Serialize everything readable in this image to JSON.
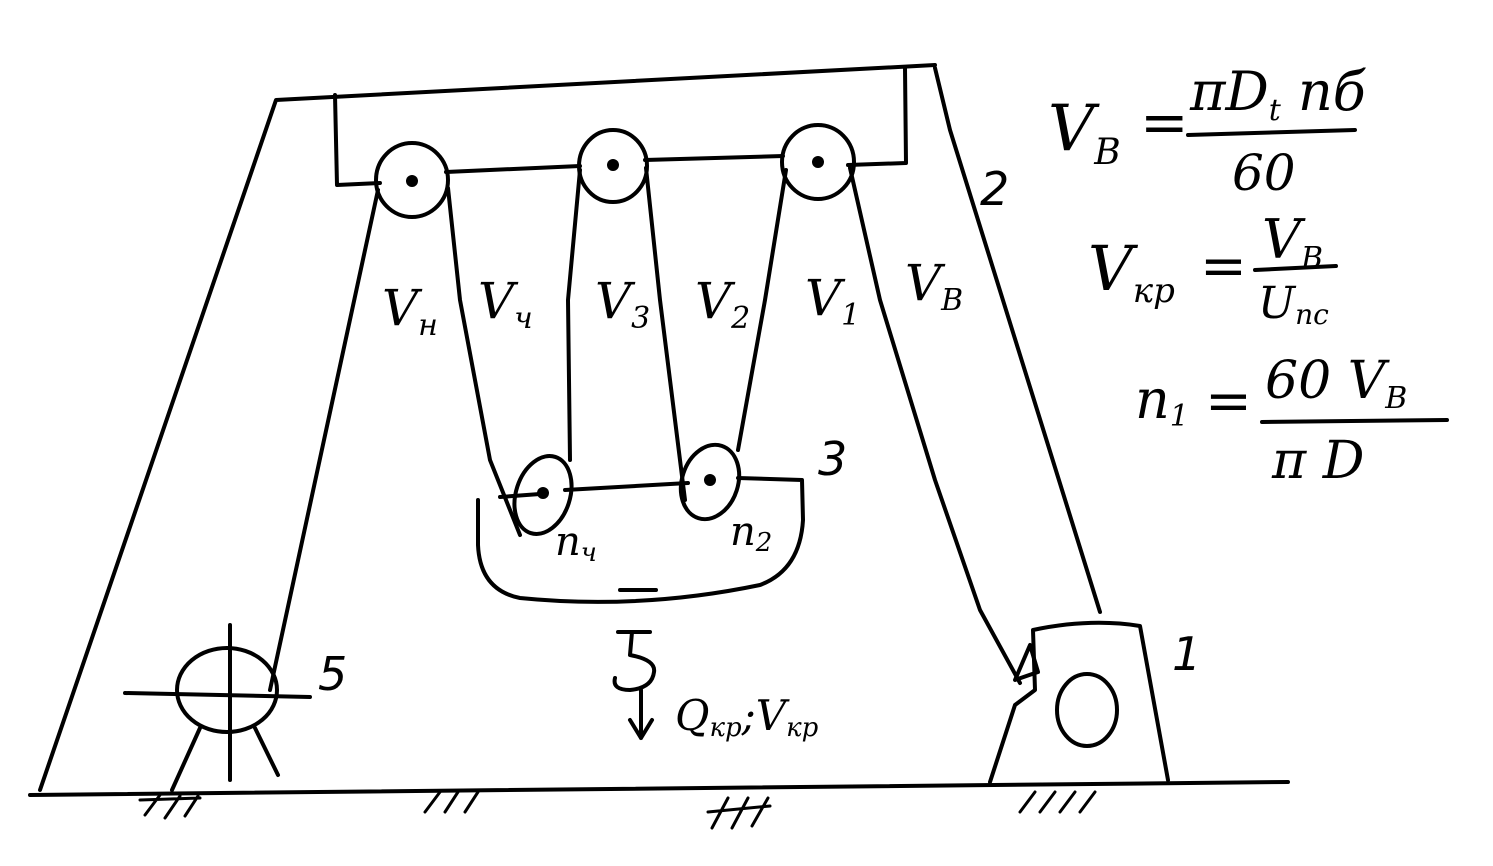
{
  "diagram": {
    "rope_labels": {
      "v_h": "V",
      "v_h_sub": "н",
      "v_4": "V",
      "v_4_sub": "ч",
      "v_3": "V",
      "v_3_sub": "3",
      "v_2": "V",
      "v_2_sub": "2",
      "v_1": "V",
      "v_1_sub": "1",
      "v_b": "V",
      "v_b_sub": "B"
    },
    "pulley_labels": {
      "n4": "n",
      "n4_sub": "ч",
      "n2": "n",
      "n2_sub": "2"
    },
    "part_numbers": {
      "p1": "1",
      "p2": "2",
      "p3": "3",
      "p5": "5"
    },
    "load_label": {
      "q": "Q",
      "q_sub": "кр",
      "sep": ";",
      "v": "V",
      "v_sub": "кр"
    }
  },
  "equations": {
    "eq1": {
      "lhs": "V",
      "lhs_sub": "B",
      "equals": "=",
      "numerator": "πD",
      "numerator_sub": "t",
      "numerator_rest": " nб",
      "denominator": "60"
    },
    "eq2": {
      "lhs": "V",
      "lhs_sub": "кр",
      "equals": "=",
      "numerator": "V",
      "numerator_sub": "B",
      "denominator": "U",
      "denominator_sub": "пс"
    },
    "eq3": {
      "lhs": "n",
      "lhs_sub": "1",
      "equals": "=",
      "numerator": "60 V",
      "numerator_sub": "B",
      "denominator": "π D"
    }
  }
}
